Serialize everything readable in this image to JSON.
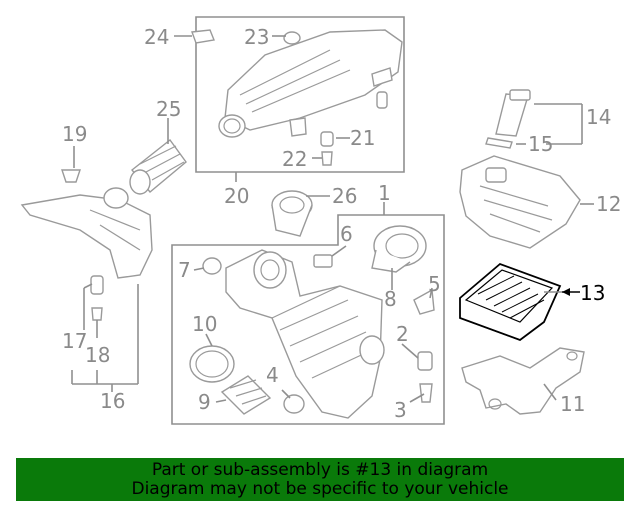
{
  "diagram": {
    "highlight_color": "#000000",
    "part_color": "#8a8a8a",
    "banner_color": "#0a7a0a",
    "callouts": {
      "c1": "1",
      "c2": "2",
      "c3": "3",
      "c4": "4",
      "c5": "5",
      "c6": "6",
      "c7": "7",
      "c8": "8",
      "c9": "9",
      "c10": "10",
      "c11": "11",
      "c12": "12",
      "c13": "13",
      "c14": "14",
      "c15": "15",
      "c16": "16",
      "c17": "17",
      "c18": "18",
      "c19": "19",
      "c20": "20",
      "c21": "21",
      "c22": "22",
      "c23": "23",
      "c24": "24",
      "c25": "25",
      "c26": "26"
    }
  },
  "banner": {
    "line1": "Part or sub-assembly is #13 in diagram",
    "line2": "Diagram may not be specific to your vehicle"
  }
}
